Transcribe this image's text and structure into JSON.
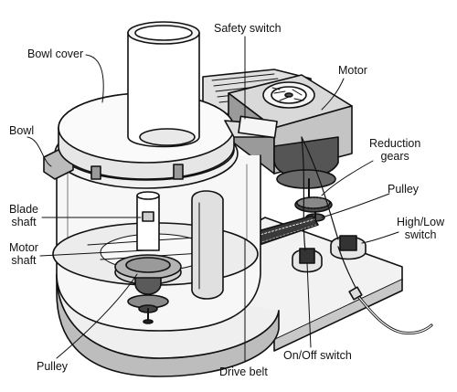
{
  "labels": {
    "bowl_cover": "Bowl cover",
    "bowl": "Bowl",
    "blade_shaft": [
      "Blade",
      "shaft"
    ],
    "motor_shaft": [
      "Motor",
      "shaft"
    ],
    "pulley_left": "Pulley",
    "safety_switch": "Safety switch",
    "motor": "Motor",
    "reduction_gears": [
      "Reduction",
      "gears"
    ],
    "pulley_right": "Pulley",
    "high_low_switch": [
      "High/Low",
      "switch"
    ],
    "on_off_switch": "On/Off switch",
    "drive_belt": "Drive belt"
  },
  "colors": {
    "outline": "#111111",
    "shade_light": "#e6e6e6",
    "shade_mid": "#b8b8b8",
    "shade_dark": "#5a5a5a"
  }
}
